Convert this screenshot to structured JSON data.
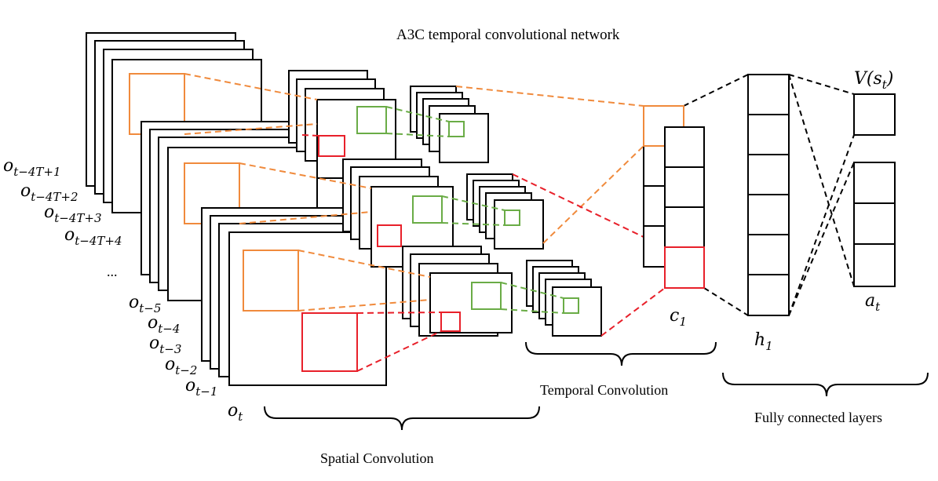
{
  "title": "A3C temporal convolutional network",
  "captions": {
    "spatial": "Spatial Convolution",
    "temporal": "Temporal Convolution",
    "fully_connected": "Fully connected layers"
  },
  "frame_labels": [
    {
      "base": "o",
      "sub": "t−4T+1"
    },
    {
      "base": "o",
      "sub": "t−4T+2"
    },
    {
      "base": "o",
      "sub": "t−4T+3"
    },
    {
      "base": "o",
      "sub": "t−4T+4"
    },
    {
      "base": "...",
      "sub": ""
    },
    {
      "base": "o",
      "sub": "t−5"
    },
    {
      "base": "o",
      "sub": "t−4"
    },
    {
      "base": "o",
      "sub": "t−3"
    },
    {
      "base": "o",
      "sub": "t−2"
    },
    {
      "base": "o",
      "sub": "t−1"
    },
    {
      "base": "o",
      "sub": "t"
    }
  ],
  "layer_labels": {
    "c1": {
      "base": "c",
      "sub": "1"
    },
    "h1": {
      "base": "h",
      "sub": "1"
    },
    "value": {
      "text": "V(s",
      "sub": "t",
      "close": ")"
    },
    "action": {
      "base": "a",
      "sub": "t"
    }
  },
  "colors": {
    "receptive_field_orange": "#f08a3c",
    "receptive_field_red": "#e8202a",
    "receptive_field_green": "#6aac46"
  }
}
